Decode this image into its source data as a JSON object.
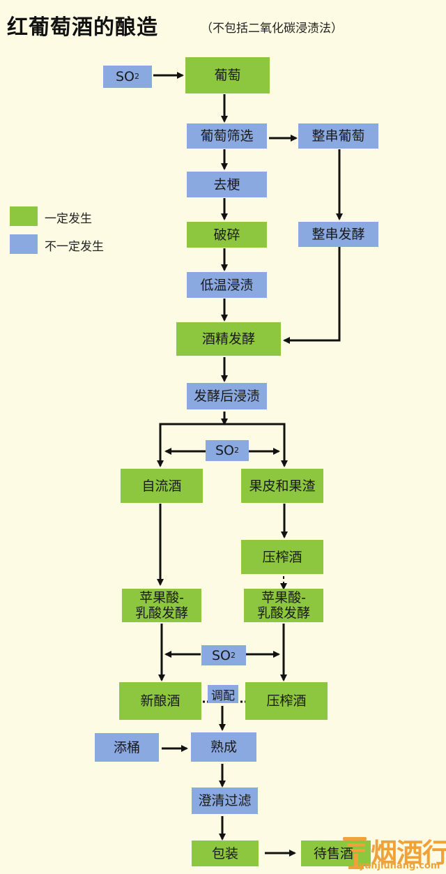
{
  "header": {
    "title": "红葡萄酒的酿造",
    "subtitle": "（不包括二氧化碳浸渍法）"
  },
  "legend": {
    "items": [
      {
        "label": "一定发生",
        "color": "#8dc63f"
      },
      {
        "label": "不一定发生",
        "color": "#8aa9e0"
      }
    ]
  },
  "colors": {
    "mandatory": "#8dc63f",
    "optional": "#8aa9e0",
    "background": "#fdfbe3"
  },
  "nodes": {
    "so2_top": {
      "main": "SO",
      "sub": "2"
    },
    "grapes": "葡萄",
    "sorting": "葡萄筛选",
    "whole_bunch": "整串葡萄",
    "destemming": "去梗",
    "crushing": "破碎",
    "whole_bunch_ferment": "整串发酵",
    "cold_soak": "低温浸渍",
    "alcoholic_ferment": "酒精发酵",
    "post_ferment_maceration": "发酵后浸渍",
    "so2_mid": {
      "main": "SO",
      "sub": "2"
    },
    "free_run_wine": "自流酒",
    "skins_pomace": "果皮和果渣",
    "press_wine_1": "压榨酒",
    "mlf_left": {
      "line1": "苹果酸-",
      "line2": "乳酸发酵"
    },
    "mlf_right": {
      "line1": "苹果酸-",
      "line2": "乳酸发酵"
    },
    "so2_low": {
      "main": "SO",
      "sub": "2"
    },
    "new_wine": "新酿酒",
    "blending": "调配",
    "press_wine_2": "压榨酒",
    "topping": "添桶",
    "maturation": "熟成",
    "fining_filtration": "澄清过滤",
    "bottling": "包装",
    "ready_for_sale": "待售酒"
  },
  "watermark": {
    "brand": "烟酒行",
    "domain": "yanjiuhang.com"
  }
}
